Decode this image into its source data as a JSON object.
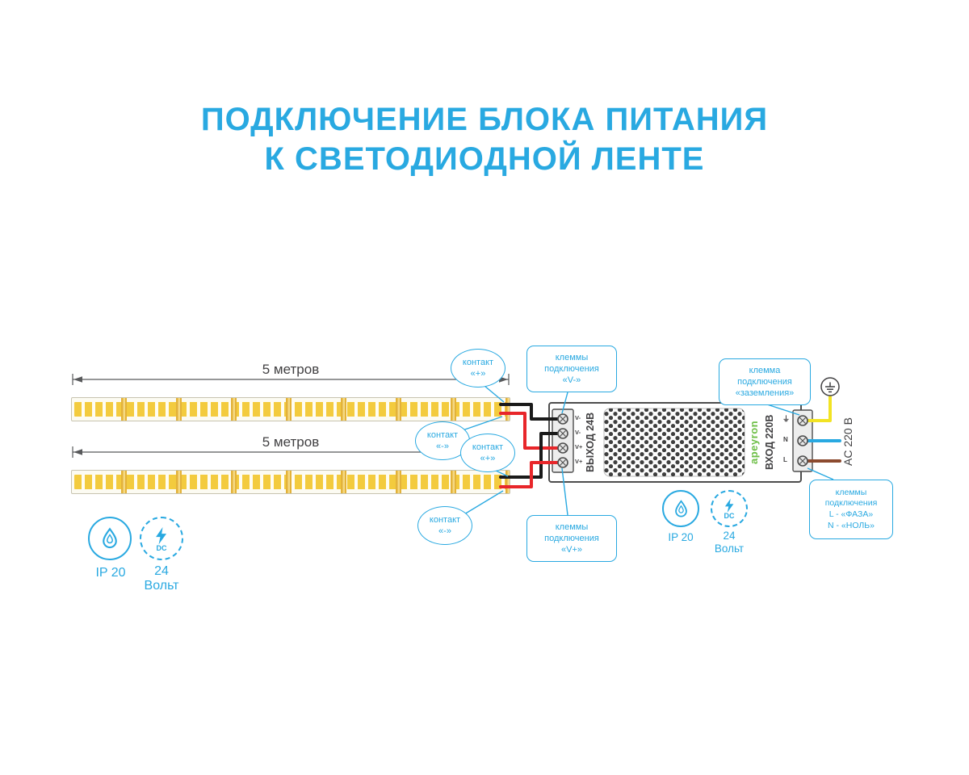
{
  "title": {
    "line1": "ПОДКЛЮЧЕНИЕ БЛОКА ПИТАНИЯ",
    "line2": "К СВЕТОДИОДНОЙ ЛЕНТЕ"
  },
  "measurements": {
    "strip1": "5 метров",
    "strip2": "5 метров"
  },
  "callouts": {
    "contact_plus_top": {
      "l1": "контакт",
      "l2": "«+»"
    },
    "contact_minus_top": {
      "l1": "контакт",
      "l2": "«-»"
    },
    "contact_plus_bottom": {
      "l1": "контакт",
      "l2": "«+»"
    },
    "contact_minus_bottom": {
      "l1": "контакт",
      "l2": "«-»"
    },
    "v_minus": {
      "l1": "клеммы",
      "l2": "подключения",
      "l3": "«V-»"
    },
    "v_plus": {
      "l1": "клеммы",
      "l2": "подключения",
      "l3": "«V+»"
    },
    "ground": {
      "l1": "клемма",
      "l2": "подключения",
      "l3": "«заземления»"
    },
    "mains": {
      "l1": "клеммы",
      "l2": "подключения",
      "l3": "L - «ФАЗА»",
      "l4": "N - «НОЛЬ»"
    }
  },
  "psu": {
    "output_label": "ВЫХОД 24В",
    "output_terminals": [
      "V-",
      "V-",
      "V+",
      "V+"
    ],
    "brand": "apeyron",
    "input_label": "ВХОД 220В",
    "input_terminals": [
      "⏚",
      "N",
      "L"
    ],
    "mains_label": "AC 220 В"
  },
  "badges": {
    "left": {
      "ip": "IP 20",
      "dc": "DC",
      "volt_value": "24",
      "volt_unit": "Вольт"
    },
    "right": {
      "ip": "IP 20",
      "dc": "DC",
      "volt_value": "24",
      "volt_unit": "Вольт"
    }
  },
  "colors": {
    "accent": "#29A9E1",
    "wire_red": "#E8262A",
    "wire_black": "#1A1A1A",
    "wire_yellow": "#F2E324",
    "wire_blue": "#29A9E1",
    "wire_brown": "#8C4A2F",
    "brand_green": "#6CBE45",
    "led_gold": "#F3CB3E"
  }
}
